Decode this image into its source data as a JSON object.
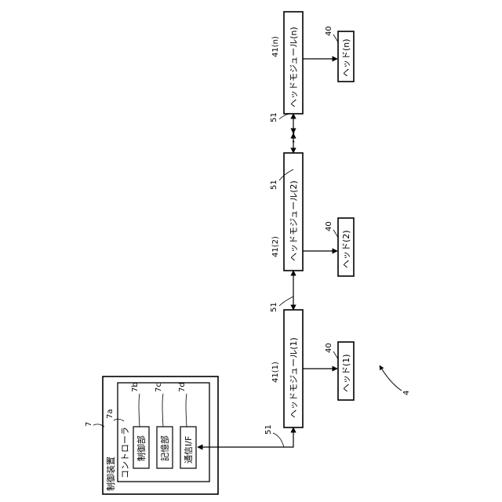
{
  "control_device": {
    "ref": "7",
    "label": "制御装置",
    "controller": {
      "ref": "7a",
      "label": "コントローラ",
      "units": [
        {
          "ref": "7b",
          "label": "制御部"
        },
        {
          "ref": "7c",
          "label": "記憶部"
        },
        {
          "ref": "7d",
          "label": "通信I/F"
        }
      ]
    }
  },
  "modules": [
    {
      "ref": "41(1)",
      "label": "ヘッドモジュール(1)",
      "head_ref": "40",
      "head_label": "ヘッド(1)"
    },
    {
      "ref": "41(2)",
      "label": "ヘッドモジュール(2)",
      "head_ref": "40",
      "head_label": "ヘッド(2)"
    },
    {
      "ref": "41(n)",
      "label": "ヘッドモジュール(n)",
      "head_ref": "40",
      "head_label": "ヘッド(n)"
    }
  ],
  "bus_ref": "51",
  "ellipsis": "・・・",
  "system_ref": "4"
}
